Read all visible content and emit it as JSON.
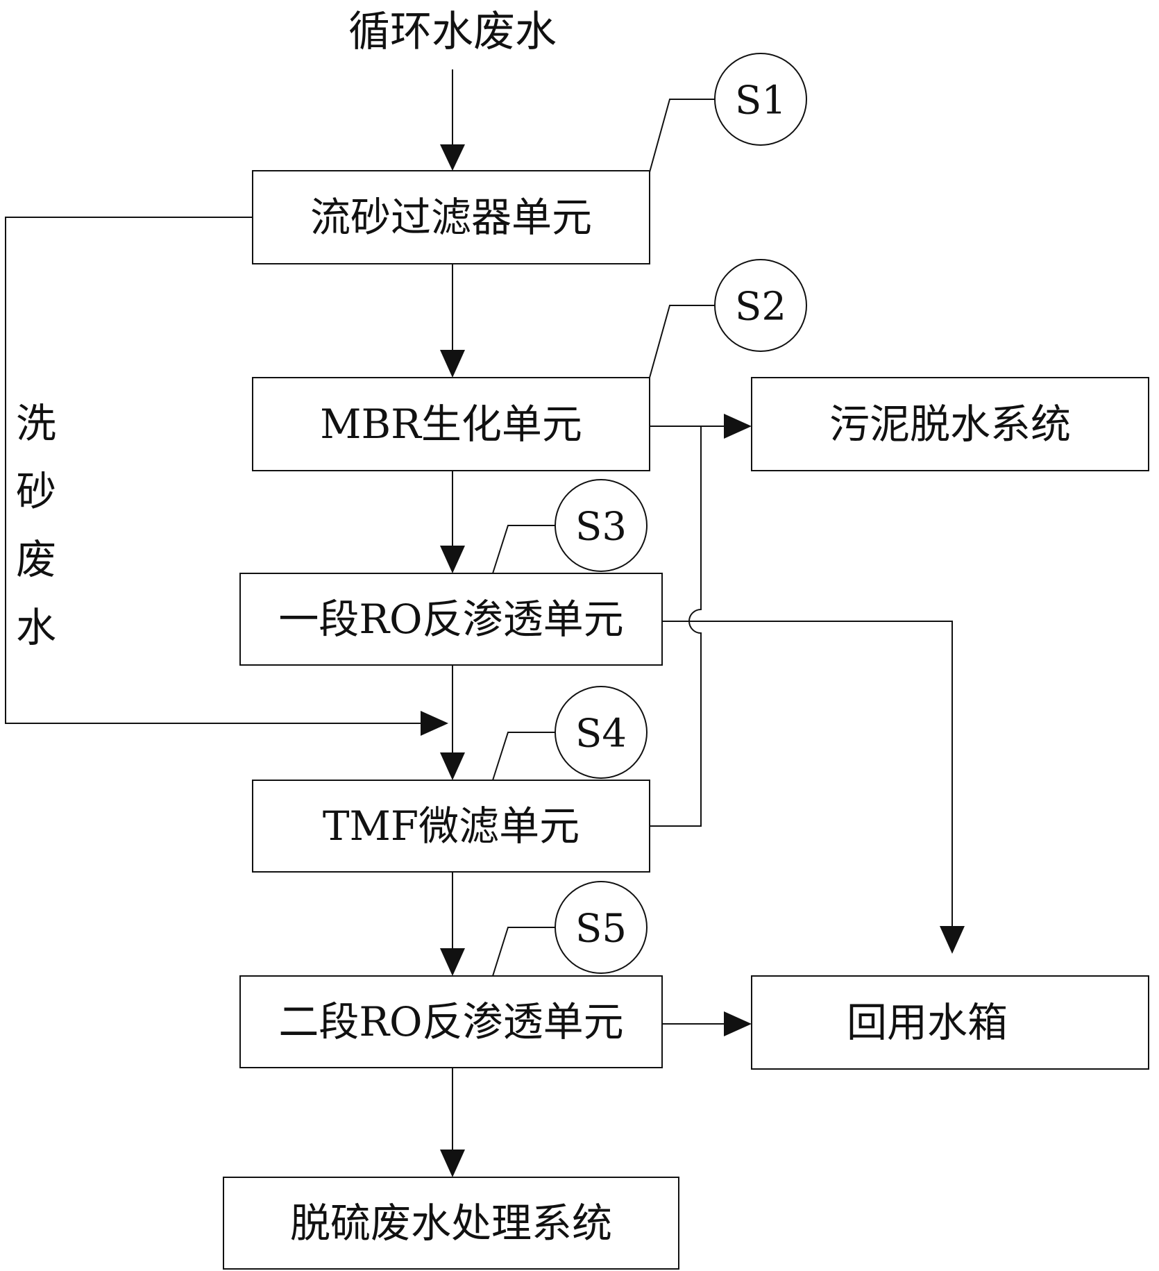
{
  "inflow_label": "循环水废水",
  "side_label": [
    "洗",
    "砂",
    "废",
    "水"
  ],
  "nodes": {
    "sand_filter": "流砂过滤器单元",
    "mbr": "MBR生化单元",
    "ro1": "一段RO反渗透单元",
    "tmf": "TMF微滤单元",
    "ro2": "二段RO反渗透单元",
    "sludge": "污泥脱水系统",
    "reuse_tank": "回用水箱",
    "desulf": "脱硫废水处理系统"
  },
  "steps": [
    "S1",
    "S2",
    "S3",
    "S4",
    "S5"
  ],
  "colors": {
    "stroke": "#111111",
    "background": "#ffffff"
  }
}
